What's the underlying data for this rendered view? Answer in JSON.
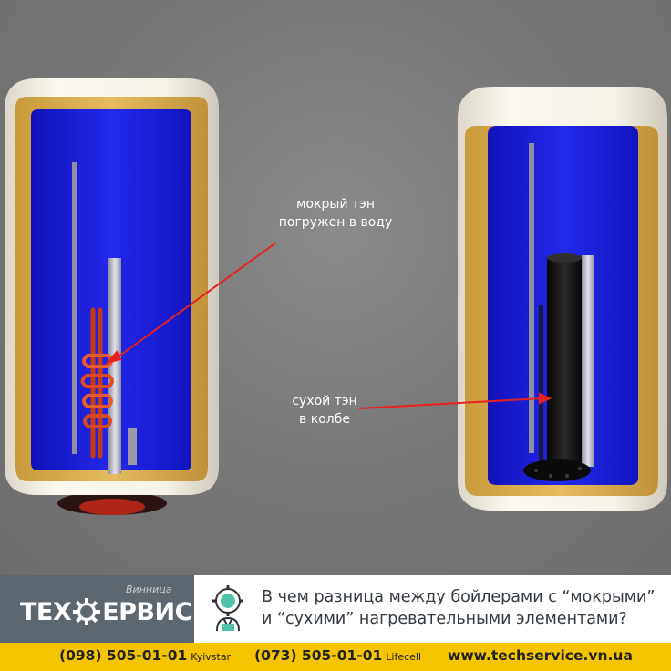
{
  "illustration": {
    "callouts": {
      "wet": [
        "мокрый тэн",
        "погружен в воду"
      ],
      "dry": [
        "сухой тэн",
        "в колбе"
      ]
    },
    "colors": {
      "water": "#1a1ed9",
      "insulation": "#d9ad4e",
      "shell": "#f1eee4",
      "heater_wet": "#d9481e",
      "heater_dry": "#141414",
      "arrow": "#e8201e"
    }
  },
  "banner": {
    "logo": {
      "region": "Винница",
      "brand_left": "ТЕХ",
      "brand_right": "ЕРВИС"
    },
    "headline": [
      "В чем разница между бойлерами с “мокрыми”",
      "и “сухими” нагревательными элементами?"
    ]
  },
  "contacts": {
    "phone_1": {
      "number": "(098) 505-01-01",
      "carrier": "Kyivstar"
    },
    "phone_2": {
      "number": "(073) 505-01-01",
      "carrier": "Lifecell"
    },
    "website": "www.techservice.vn.ua",
    "bar_color": "#f5c400"
  }
}
